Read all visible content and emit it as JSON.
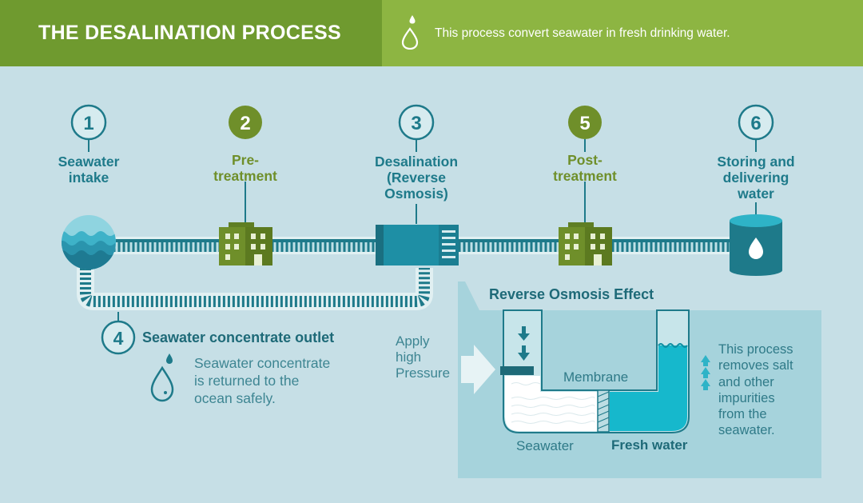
{
  "header": {
    "title": "THE DESALINATION PROCESS",
    "subtitle": "This process convert seawater in fresh drinking water."
  },
  "stages": [
    {
      "number": "1",
      "label_lines": [
        "Seawater",
        "intake"
      ]
    },
    {
      "number": "2",
      "label_lines": [
        "Pre-",
        "treatment"
      ]
    },
    {
      "number": "3",
      "label_lines": [
        "Desalination",
        "(Reverse",
        "Osmosis)"
      ]
    },
    {
      "number": "5",
      "label_lines": [
        "Post-",
        "treatment"
      ]
    },
    {
      "number": "6",
      "label_lines": [
        "Storing and",
        "delivering",
        "water"
      ]
    }
  ],
  "outlet": {
    "number": "4",
    "title": "Seawater concentrate outlet",
    "description_lines": [
      "Seawater concentrate",
      "is returned to the",
      "ocean safely."
    ]
  },
  "reverse_osmosis": {
    "title": "Reverse Osmosis Effect",
    "pressure_lines": [
      "Apply",
      "high",
      "Pressure"
    ],
    "membrane_label": "Membrane",
    "seawater_label": "Seawater",
    "freshwater_label": "Fresh water",
    "explanation_lines": [
      "This process",
      "removes salt",
      "and other",
      "impurities",
      "from the",
      "seawater."
    ]
  },
  "colors": {
    "header_dark": "#6f9a2f",
    "header_light": "#8db542",
    "background": "#c6dfe6",
    "teal": "#1e7a8a",
    "olive": "#6f8f2a",
    "fresh_water": "#16b8cc"
  }
}
